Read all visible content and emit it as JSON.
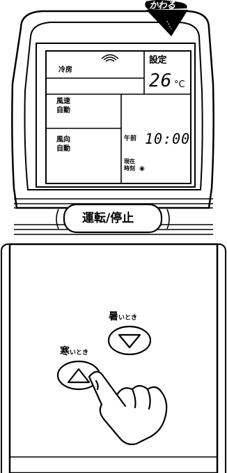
{
  "callout": {
    "label": "かわる"
  },
  "lcd": {
    "mode": "冷房",
    "setpoint_label": "設定",
    "temperature": "26",
    "temperature_unit": "°C",
    "fan_speed_label": "風速",
    "fan_speed_value": "自動",
    "fan_direction_label": "風向",
    "fan_direction_value": "自動",
    "ampm": "午前",
    "time": "10:00",
    "current_time_label_line1": "現在",
    "current_time_label_line2": "時刻"
  },
  "power_button": {
    "label": "運転/停止"
  },
  "warmer_button": {
    "caption_kanji": "暑",
    "caption_kana": "いとき"
  },
  "cooler_button": {
    "caption_kanji": "寒",
    "caption_kana": "いとき"
  }
}
